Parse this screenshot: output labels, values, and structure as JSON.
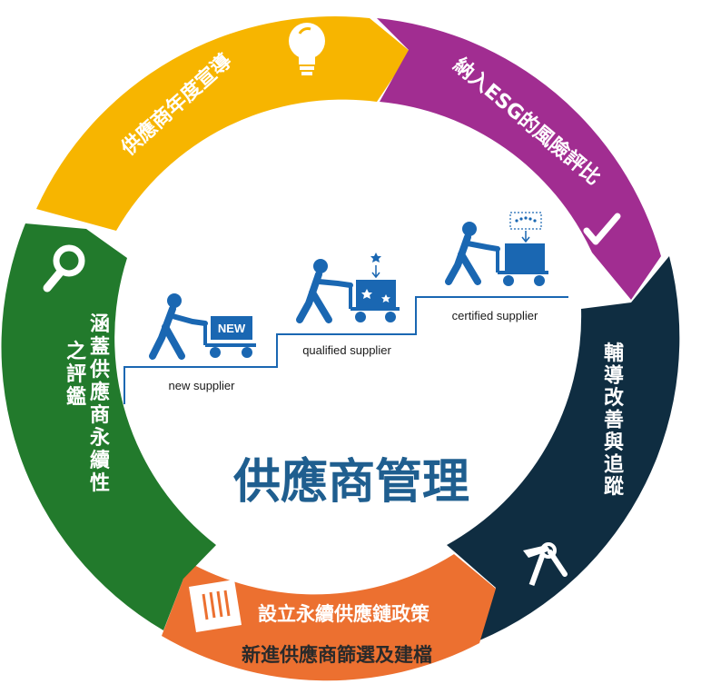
{
  "colors": {
    "yellow": "#f7b500",
    "purple": "#a12d91",
    "navy": "#0f2d41",
    "orange": "#ec7030",
    "green": "#227a2c",
    "blue": "#1f5e8f",
    "step_blue": "#1a67b2"
  },
  "segments": {
    "yellow": "供應商年度宣導",
    "purple": "納入ESG的風險評比",
    "navy": "輔導改善與追蹤",
    "orange_line1": "設立永續供應鏈政策",
    "orange_line2": "新進供應商篩選及建檔",
    "green_line1": "涵蓋供應商永續性",
    "green_line2": "之評鑑"
  },
  "icons": {
    "yellow": "lightbulb-icon",
    "purple": "checkmark-icon",
    "navy": "tools-icon",
    "orange": "document-icon",
    "green": "magnifier-icon"
  },
  "steps": [
    {
      "label": "new supplier",
      "badge": "NEW"
    },
    {
      "label": "qualified supplier"
    },
    {
      "label": "certified supplier"
    }
  ],
  "center_title": "供應商管理"
}
